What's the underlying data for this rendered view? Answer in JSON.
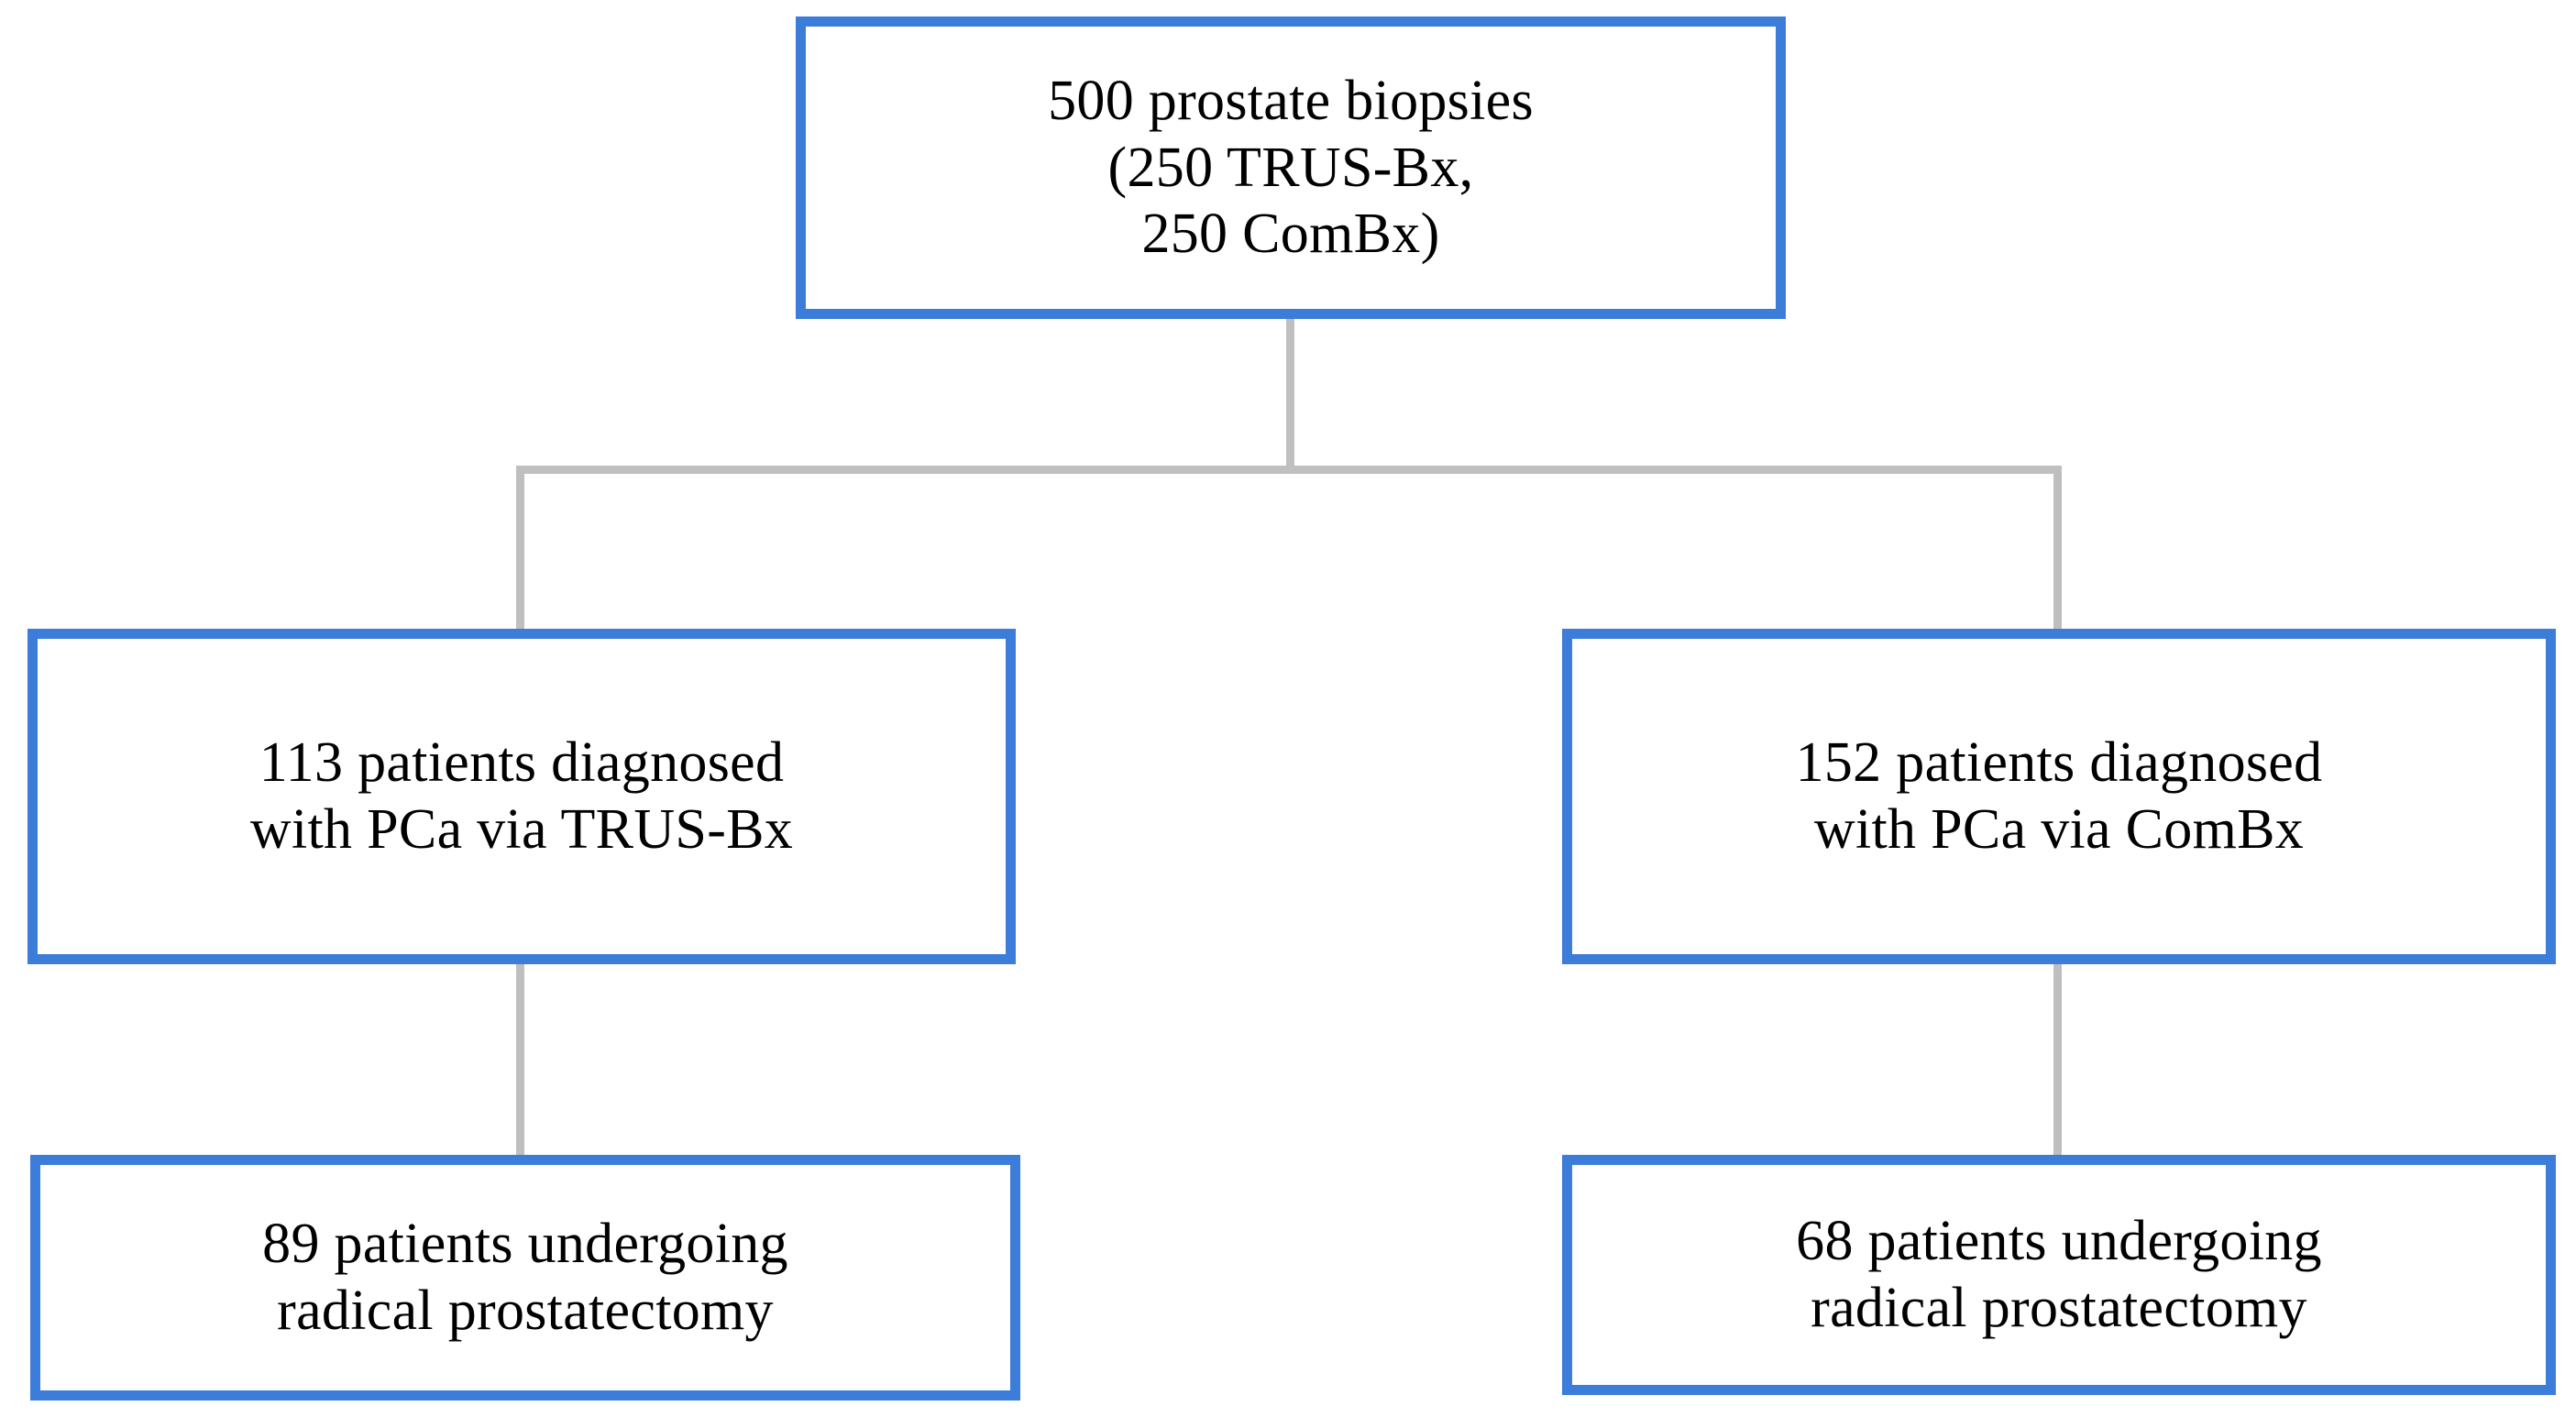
{
  "diagram": {
    "type": "flowchart",
    "title": "Prostate biopsy study cohort flow diagram",
    "orientation": "top-down",
    "colors": {
      "node_border": "#3b7dd8",
      "node_fill": "#ffffff",
      "connector": "#bfbfbf",
      "text": "#000000",
      "background": "#ffffff"
    },
    "nodes": [
      {
        "id": "root",
        "label": "500 prostate biopsies\n(250 TRUS-Bx,\n250 ComBx)",
        "lines": [
          "500 prostate biopsies",
          "(250 TRUS-Bx,",
          "250 ComBx)"
        ],
        "count": 500,
        "level": 0
      },
      {
        "id": "trus-dx",
        "label": "113 patients diagnosed\nwith PCa via TRUS-Bx",
        "lines": [
          "113 patients diagnosed",
          "with PCa via TRUS-Bx"
        ],
        "count": 113,
        "level": 1
      },
      {
        "id": "combx-dx",
        "label": "152 patients diagnosed\nwith PCa via ComBx",
        "lines": [
          "152 patients diagnosed",
          "with PCa via ComBx"
        ],
        "count": 152,
        "level": 1
      },
      {
        "id": "trus-rp",
        "label": "89 patients undergoing\nradical prostatectomy",
        "lines": [
          "89 patients undergoing",
          "radical prostatectomy"
        ],
        "count": 89,
        "level": 2
      },
      {
        "id": "combx-rp",
        "label": "68 patients undergoing\nradical prostatectomy",
        "lines": [
          "68 patients undergoing",
          "radical prostatectomy"
        ],
        "count": 68,
        "level": 2
      }
    ],
    "edges": [
      {
        "id": "root-to-split",
        "from": "root",
        "to": "split",
        "style": "orthogonal"
      },
      {
        "id": "split-to-trus-dx",
        "from": "split",
        "to": "trus-dx",
        "style": "orthogonal"
      },
      {
        "id": "split-to-combx-dx",
        "from": "split",
        "to": "combx-dx",
        "style": "orthogonal"
      },
      {
        "id": "trus-dx-to-trus-rp",
        "from": "trus-dx",
        "to": "trus-rp",
        "style": "straight"
      },
      {
        "id": "combx-dx-to-combx-rp",
        "from": "combx-dx",
        "to": "combx-rp",
        "style": "straight"
      }
    ]
  }
}
